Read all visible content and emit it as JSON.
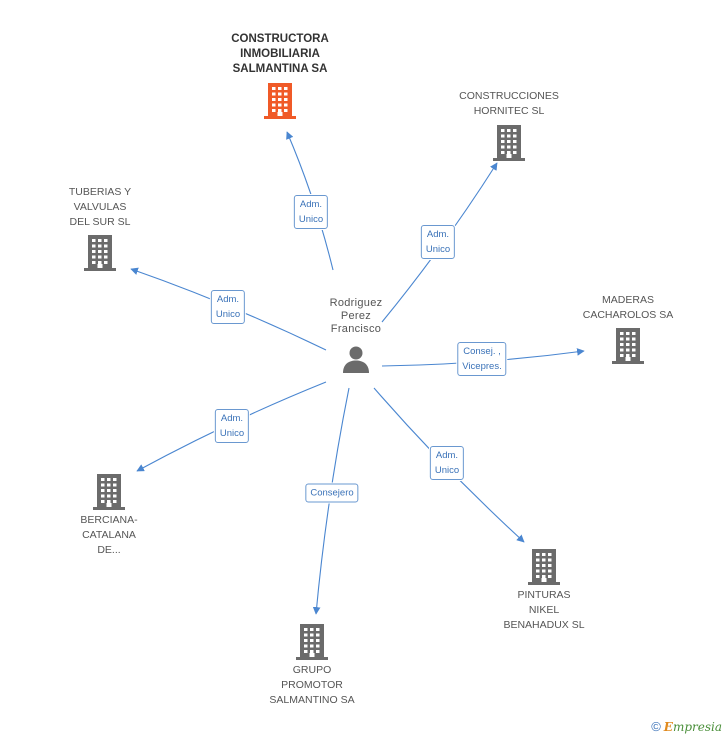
{
  "center": {
    "name": "Rodriguez Perez Francisco",
    "name_lines": [
      "Rodriguez",
      "Perez",
      "Francisco"
    ],
    "icon": "person-icon"
  },
  "companies": [
    {
      "id": "constructora",
      "lines": [
        "CONSTRUCTORA",
        "INMOBILIARIA",
        "SALMANTINA SA"
      ],
      "highlight": true,
      "relation": [
        "Adm.",
        "Unico"
      ]
    },
    {
      "id": "hornitec",
      "lines": [
        "CONSTRUCCIONES",
        "HORNITEC SL"
      ],
      "highlight": false,
      "relation": [
        "Adm.",
        "Unico"
      ]
    },
    {
      "id": "tuberias",
      "lines": [
        "TUBERIAS Y",
        "VALVULAS",
        "DEL SUR SL"
      ],
      "highlight": false,
      "relation": [
        "Adm.",
        "Unico"
      ]
    },
    {
      "id": "maderas",
      "lines": [
        "MADERAS",
        "CACHAROLOS SA"
      ],
      "highlight": false,
      "relation": [
        "Consej. ,",
        "Vicepres."
      ]
    },
    {
      "id": "berciana",
      "lines": [
        "BERCIANA-",
        "CATALANA",
        "DE..."
      ],
      "highlight": false,
      "relation": [
        "Adm.",
        "Unico"
      ]
    },
    {
      "id": "pinturas",
      "lines": [
        "PINTURAS",
        "NIKEL",
        "BENAHADUX SL"
      ],
      "highlight": false,
      "relation": [
        "Adm.",
        "Unico"
      ]
    },
    {
      "id": "grupo",
      "lines": [
        "GRUPO",
        "PROMOTOR",
        "SALMANTINO SA"
      ],
      "highlight": false,
      "relation": [
        "Consejero"
      ]
    }
  ],
  "colors": {
    "edge": "#4a86d0",
    "building": "#6b6b6b",
    "building_highlight": "#f05a28",
    "person": "#6b6b6b"
  },
  "footer": {
    "copyright": "©",
    "brand_initial": "E",
    "brand_rest": "mpresia"
  }
}
